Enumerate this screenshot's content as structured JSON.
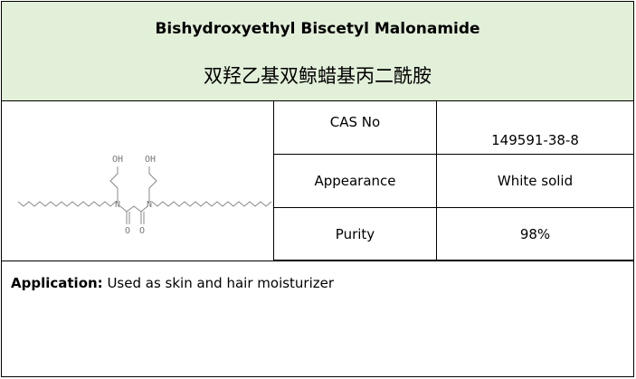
{
  "header": {
    "title_en": "Bishydroxyethyl Biscetyl Malonamide",
    "title_cn": "双羟乙基双鲸蜡基丙二酰胺"
  },
  "structure": {
    "atom_labels": {
      "oh_left": "OH",
      "oh_right": "OH",
      "n_left": "N",
      "n_right": "N",
      "o_left": "O",
      "o_right": "O"
    }
  },
  "properties": [
    {
      "label": "CAS No",
      "value": "149591-38-8"
    },
    {
      "label": "Appearance",
      "value": "White solid"
    },
    {
      "label": "Purity",
      "value": "98%"
    }
  ],
  "application": {
    "label": "Application:",
    "text": " Used as skin and hair moisturizer"
  }
}
